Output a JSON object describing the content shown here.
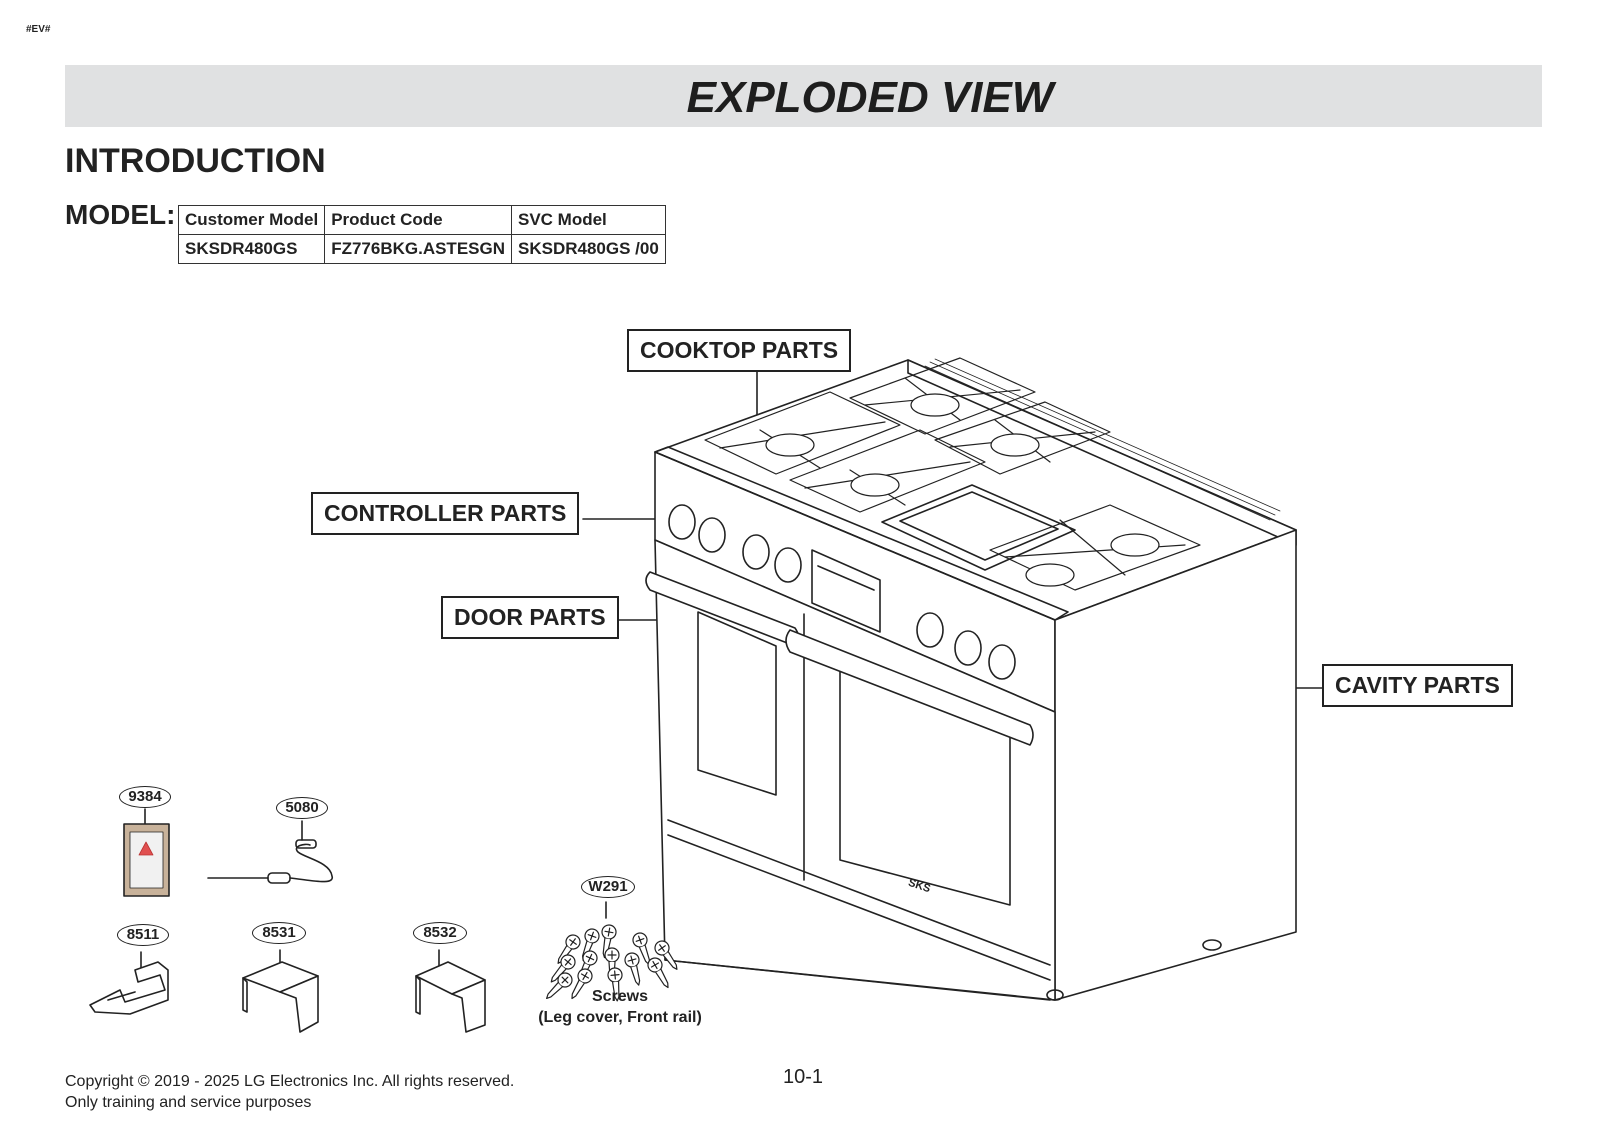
{
  "doc_tag": "#EV#",
  "title": "EXPLODED VIEW",
  "section": "INTRODUCTION",
  "model_label": "MODEL:",
  "model_table": {
    "headers": [
      "Customer Model",
      "Product Code",
      "SVC Model"
    ],
    "row": [
      "SKSDR480GS",
      "FZ776BKG.ASTESGN",
      "SKSDR480GS  /00"
    ]
  },
  "callouts": {
    "cooktop": "COOKTOP PARTS",
    "controller": "CONTROLLER  PARTS",
    "door": "DOOR PARTS",
    "cavity": "CAVITY PARTS"
  },
  "parts": {
    "p9384": "9384",
    "p5080": "5080",
    "p8511": "8511",
    "p8531": "8531",
    "p8532": "8532",
    "pW291": "W291"
  },
  "screws_caption": [
    "Screws",
    "(Leg cover, Front rail)"
  ],
  "brand_mark": "SKS",
  "footer": {
    "copyright": "Copyright © 2019 - 2025 LG Electronics Inc. All rights reserved.",
    "purpose": "Only training and service purposes",
    "page_number": "10-1"
  },
  "colors": {
    "title_band": "#e0e1e2",
    "line": "#222222"
  }
}
